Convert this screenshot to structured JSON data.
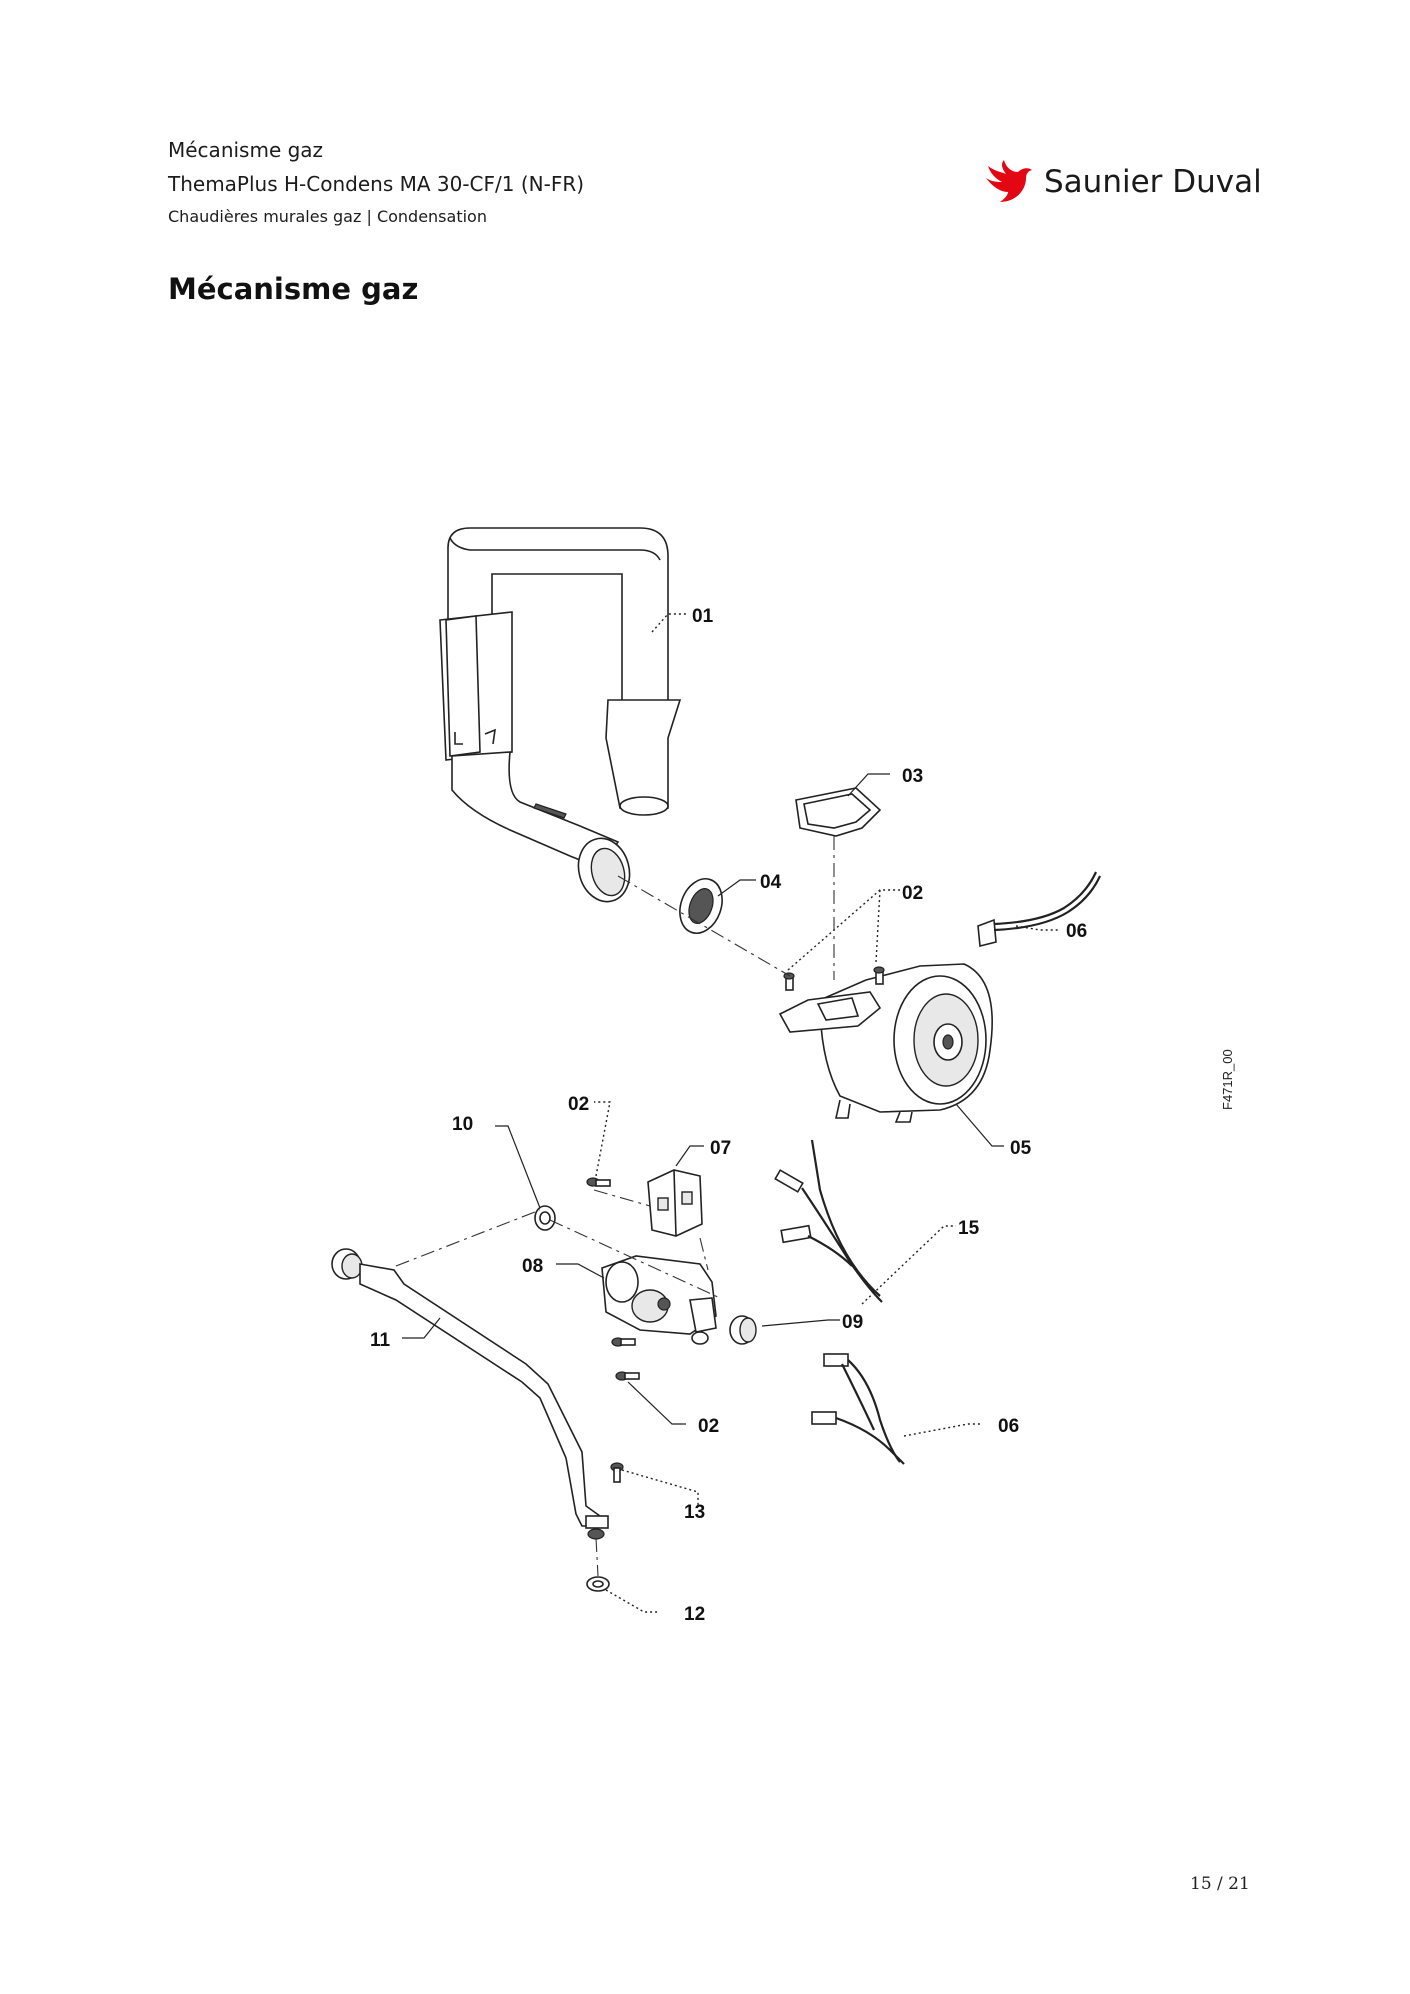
{
  "header": {
    "line1": "Mécanisme gaz",
    "line2": "ThemaPlus H-Condens MA 30-CF/1 (N-FR)",
    "line3": "Chaudières murales gaz | Condensation"
  },
  "brand": {
    "name": "Saunier Duval",
    "color": "#e30613",
    "icon": "bird-logo-icon"
  },
  "title": "Mécanisme gaz",
  "diagram": {
    "drawing_code": "F471R_00",
    "labels": [
      "01",
      "02",
      "02",
      "02",
      "03",
      "04",
      "05",
      "06",
      "06",
      "07",
      "08",
      "09",
      "10",
      "11",
      "12",
      "13",
      "15"
    ]
  },
  "footer": {
    "page_number": "15 / 21"
  }
}
